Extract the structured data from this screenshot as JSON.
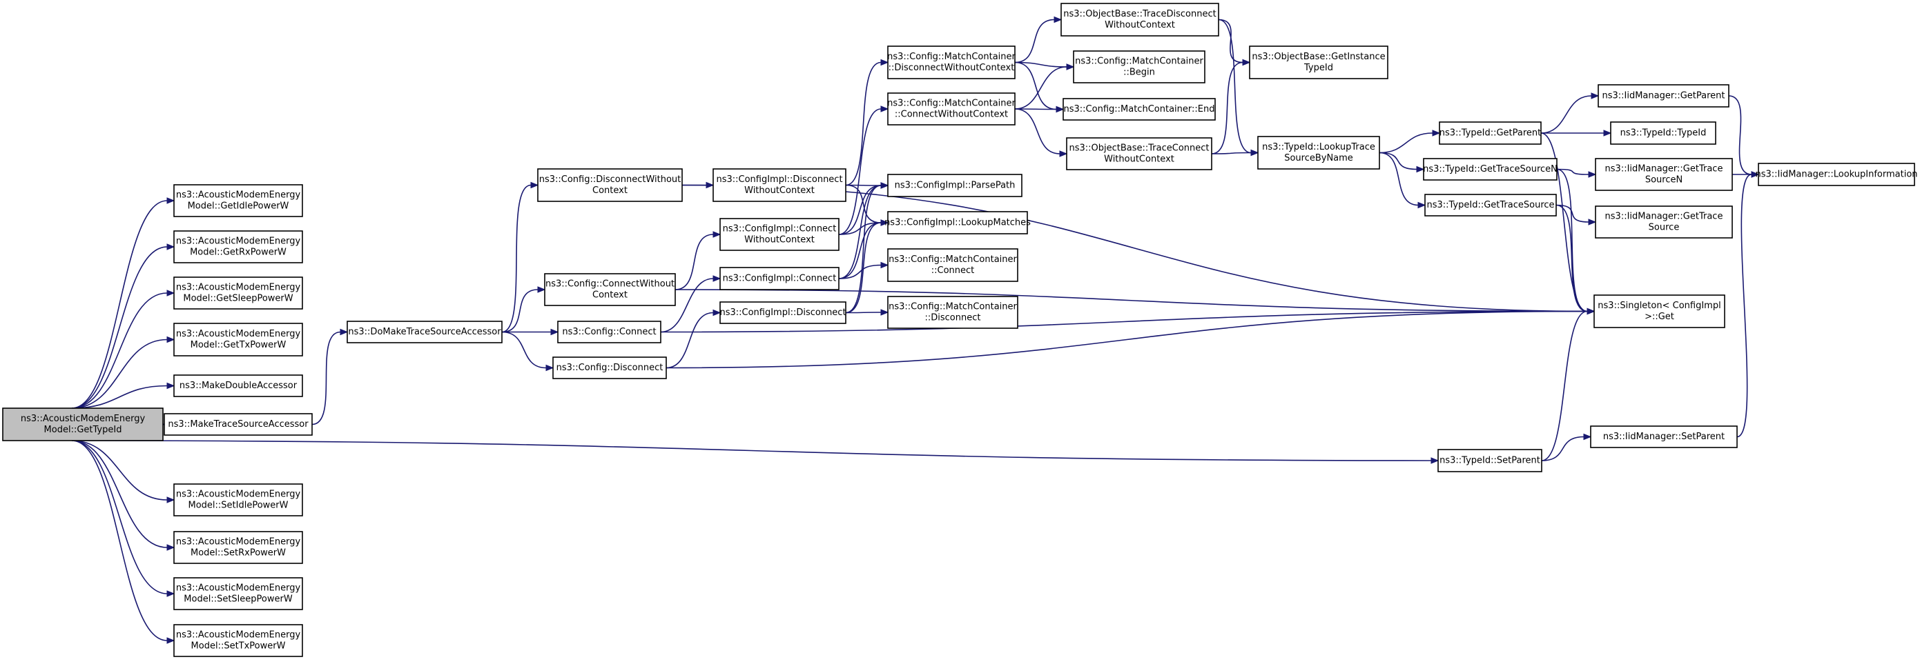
{
  "graph": {
    "edge_color": "#191970",
    "root_fill": "#bfbfbf",
    "nodes": [
      {
        "id": "root",
        "lines": [
          "ns3::AcousticModemEnergy",
          "Model::GetTypeId"
        ],
        "root": true
      },
      {
        "id": "getIdle",
        "lines": [
          "ns3::AcousticModemEnergy",
          "Model::GetIdlePowerW"
        ]
      },
      {
        "id": "getRx",
        "lines": [
          "ns3::AcousticModemEnergy",
          "Model::GetRxPowerW"
        ]
      },
      {
        "id": "getSleep",
        "lines": [
          "ns3::AcousticModemEnergy",
          "Model::GetSleepPowerW"
        ]
      },
      {
        "id": "getTx",
        "lines": [
          "ns3::AcousticModemEnergy",
          "Model::GetTxPowerW"
        ]
      },
      {
        "id": "makeDouble",
        "lines": [
          "ns3::MakeDoubleAccessor"
        ]
      },
      {
        "id": "makeTrace",
        "lines": [
          "ns3::MakeTraceSourceAccessor"
        ]
      },
      {
        "id": "setIdle",
        "lines": [
          "ns3::AcousticModemEnergy",
          "Model::SetIdlePowerW"
        ]
      },
      {
        "id": "setRx",
        "lines": [
          "ns3::AcousticModemEnergy",
          "Model::SetRxPowerW"
        ]
      },
      {
        "id": "setSleep",
        "lines": [
          "ns3::AcousticModemEnergy",
          "Model::SetSleepPowerW"
        ]
      },
      {
        "id": "setTx",
        "lines": [
          "ns3::AcousticModemEnergy",
          "Model::SetTxPowerW"
        ]
      },
      {
        "id": "doMake",
        "lines": [
          "ns3::DoMakeTraceSourceAccessor"
        ]
      },
      {
        "id": "cfgDiscWC",
        "lines": [
          "ns3::Config::DisconnectWithout",
          "Context"
        ]
      },
      {
        "id": "cfgConnWC",
        "lines": [
          "ns3::Config::ConnectWithout",
          "Context"
        ]
      },
      {
        "id": "cfgConn",
        "lines": [
          "ns3::Config::Connect"
        ]
      },
      {
        "id": "cfgDisc",
        "lines": [
          "ns3::Config::Disconnect"
        ]
      },
      {
        "id": "implDiscWC",
        "lines": [
          "ns3::ConfigImpl::Disconnect",
          "WithoutContext"
        ]
      },
      {
        "id": "implConnWC",
        "lines": [
          "ns3::ConfigImpl::Connect",
          "WithoutContext"
        ]
      },
      {
        "id": "implConn",
        "lines": [
          "ns3::ConfigImpl::Connect"
        ]
      },
      {
        "id": "implDisc",
        "lines": [
          "ns3::ConfigImpl::Disconnect"
        ]
      },
      {
        "id": "mcDiscWC",
        "lines": [
          "ns3::Config::MatchContainer",
          "::DisconnectWithoutContext"
        ]
      },
      {
        "id": "mcConnWC",
        "lines": [
          "ns3::Config::MatchContainer",
          "::ConnectWithoutContext"
        ]
      },
      {
        "id": "parsePath",
        "lines": [
          "ns3::ConfigImpl::ParsePath"
        ]
      },
      {
        "id": "lookupMatches",
        "lines": [
          "ns3::ConfigImpl::LookupMatches"
        ]
      },
      {
        "id": "mcConnect",
        "lines": [
          "ns3::Config::MatchContainer",
          "::Connect"
        ]
      },
      {
        "id": "mcDisconnect",
        "lines": [
          "ns3::Config::MatchContainer",
          "::Disconnect"
        ]
      },
      {
        "id": "obTraceDisc",
        "lines": [
          "ns3::ObjectBase::TraceDisconnect",
          "WithoutContext"
        ]
      },
      {
        "id": "mcBegin",
        "lines": [
          "ns3::Config::MatchContainer",
          "::Begin"
        ]
      },
      {
        "id": "mcEnd",
        "lines": [
          "ns3::Config::MatchContainer::End"
        ]
      },
      {
        "id": "obTraceConn",
        "lines": [
          "ns3::ObjectBase::TraceConnect",
          "WithoutContext"
        ]
      },
      {
        "id": "obGetInst",
        "lines": [
          "ns3::ObjectBase::GetInstance",
          "TypeId"
        ]
      },
      {
        "id": "lookupTrace",
        "lines": [
          "ns3::TypeId::LookupTrace",
          "SourceByName"
        ]
      },
      {
        "id": "tidGetParent",
        "lines": [
          "ns3::TypeId::GetParent"
        ]
      },
      {
        "id": "tidGetTSN",
        "lines": [
          "ns3::TypeId::GetTraceSourceN"
        ]
      },
      {
        "id": "tidGetTS",
        "lines": [
          "ns3::TypeId::GetTraceSource"
        ]
      },
      {
        "id": "tidSetParent",
        "lines": [
          "ns3::TypeId::SetParent"
        ]
      },
      {
        "id": "iidGetParent",
        "lines": [
          "ns3::IidManager::GetParent"
        ]
      },
      {
        "id": "tidTypeId",
        "lines": [
          "ns3::TypeId::TypeId"
        ]
      },
      {
        "id": "iidGetTSN",
        "lines": [
          "ns3::IidManager::GetTrace",
          "SourceN"
        ]
      },
      {
        "id": "iidGetTS",
        "lines": [
          "ns3::IidManager::GetTrace",
          "Source"
        ]
      },
      {
        "id": "singleton",
        "lines": [
          "ns3::Singleton< ConfigImpl",
          " >::Get"
        ]
      },
      {
        "id": "iidSetParent",
        "lines": [
          "ns3::IidManager::SetParent"
        ]
      },
      {
        "id": "iidLookup",
        "lines": [
          "ns3::IidManager::LookupInformation"
        ]
      }
    ],
    "edges": [
      [
        "root",
        "getIdle"
      ],
      [
        "root",
        "getRx"
      ],
      [
        "root",
        "getSleep"
      ],
      [
        "root",
        "getTx"
      ],
      [
        "root",
        "makeDouble"
      ],
      [
        "root",
        "makeTrace"
      ],
      [
        "root",
        "tidSetParent"
      ],
      [
        "root",
        "setIdle"
      ],
      [
        "root",
        "setRx"
      ],
      [
        "root",
        "setSleep"
      ],
      [
        "root",
        "setTx"
      ],
      [
        "makeTrace",
        "doMake"
      ],
      [
        "doMake",
        "cfgDiscWC"
      ],
      [
        "doMake",
        "cfgConnWC"
      ],
      [
        "doMake",
        "cfgConn"
      ],
      [
        "doMake",
        "cfgDisc"
      ],
      [
        "cfgDiscWC",
        "implDiscWC"
      ],
      [
        "cfgDiscWC",
        "singleton"
      ],
      [
        "cfgConnWC",
        "implConnWC"
      ],
      [
        "cfgConnWC",
        "singleton"
      ],
      [
        "cfgConn",
        "implConn"
      ],
      [
        "cfgConn",
        "singleton"
      ],
      [
        "cfgDisc",
        "implDisc"
      ],
      [
        "cfgDisc",
        "singleton"
      ],
      [
        "implDiscWC",
        "mcDiscWC"
      ],
      [
        "implDiscWC",
        "parsePath"
      ],
      [
        "implDiscWC",
        "lookupMatches"
      ],
      [
        "implConnWC",
        "mcConnWC"
      ],
      [
        "implConnWC",
        "parsePath"
      ],
      [
        "implConnWC",
        "lookupMatches"
      ],
      [
        "implConn",
        "parsePath"
      ],
      [
        "implConn",
        "lookupMatches"
      ],
      [
        "implConn",
        "mcConnect"
      ],
      [
        "implDisc",
        "parsePath"
      ],
      [
        "implDisc",
        "lookupMatches"
      ],
      [
        "implDisc",
        "mcDisconnect"
      ],
      [
        "mcDiscWC",
        "obTraceDisc"
      ],
      [
        "mcDiscWC",
        "mcBegin"
      ],
      [
        "mcDiscWC",
        "mcEnd"
      ],
      [
        "mcConnWC",
        "mcBegin"
      ],
      [
        "mcConnWC",
        "mcEnd"
      ],
      [
        "mcConnWC",
        "obTraceConn"
      ],
      [
        "obTraceDisc",
        "obGetInst"
      ],
      [
        "obTraceDisc",
        "lookupTrace"
      ],
      [
        "obTraceConn",
        "obGetInst"
      ],
      [
        "obTraceConn",
        "lookupTrace"
      ],
      [
        "lookupTrace",
        "tidGetParent"
      ],
      [
        "lookupTrace",
        "tidGetTSN"
      ],
      [
        "lookupTrace",
        "tidGetTS"
      ],
      [
        "tidGetParent",
        "iidGetParent"
      ],
      [
        "tidGetParent",
        "tidTypeId"
      ],
      [
        "tidGetParent",
        "singleton"
      ],
      [
        "tidGetTSN",
        "iidGetTSN"
      ],
      [
        "tidGetTSN",
        "singleton"
      ],
      [
        "tidGetTS",
        "iidGetTS"
      ],
      [
        "tidGetTS",
        "singleton"
      ],
      [
        "tidSetParent",
        "iidSetParent"
      ],
      [
        "tidSetParent",
        "singleton"
      ],
      [
        "iidGetParent",
        "iidLookup"
      ],
      [
        "iidGetTSN",
        "iidLookup"
      ],
      [
        "iidSetParent",
        "iidLookup"
      ]
    ]
  }
}
